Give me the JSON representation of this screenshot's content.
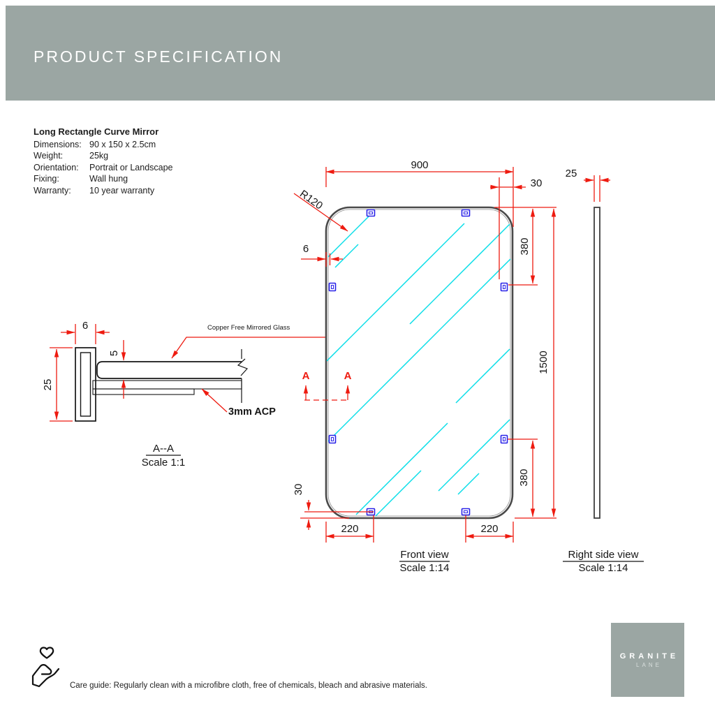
{
  "header": {
    "title": "PRODUCT SPECIFICATION"
  },
  "product": {
    "name": "Long Rectangle Curve Mirror",
    "specs": [
      {
        "label": "Dimensions:",
        "value": "90 x 150 x 2.5cm"
      },
      {
        "label": "Weight:",
        "value": "25kg"
      },
      {
        "label": "Orientation:",
        "value": "Portrait or Landscape"
      },
      {
        "label": "Fixing:",
        "value": "Wall hung"
      },
      {
        "label": "Warranty:",
        "value": "10 year warranty"
      }
    ]
  },
  "section_view": {
    "dim_frame_depth": "6",
    "dim_profile_height": "25",
    "dim_glass_thickness": "5",
    "glass_label": "Copper Free Mirrored Glass",
    "acp_label": "3mm ACP",
    "title": "A--A",
    "scale": "Scale 1:1"
  },
  "front_view": {
    "dim_width": "900",
    "dim_top_offset": "30",
    "dim_corner_radius": "R120",
    "dim_frame_width": "6",
    "dim_fixing_top": "380",
    "dim_height": "1500",
    "dim_fixing_bottom": "380",
    "dim_bottom_offset": "30",
    "dim_fixing_left": "220",
    "dim_fixing_right": "220",
    "section_marker": "A",
    "title": "Front view",
    "scale": "Scale 1:14"
  },
  "side_view": {
    "dim_thickness": "25",
    "title": "Right side view",
    "scale": "Scale 1:14"
  },
  "footer": {
    "care_text": "Care guide:  Regularly clean with a microfibre cloth, free of chemicals, bleach and abrasive materials."
  },
  "logo": {
    "brand": "GRANITE",
    "sub": "LANE"
  },
  "colors": {
    "header_bg": "#9ba6a3",
    "dimension_red": "#ee1b10",
    "glass_cyan": "#0adee8",
    "acp_magenta": "#ee22ee",
    "clip_blue": "#2a23e8",
    "outline_gray": "#4a4a4a"
  }
}
